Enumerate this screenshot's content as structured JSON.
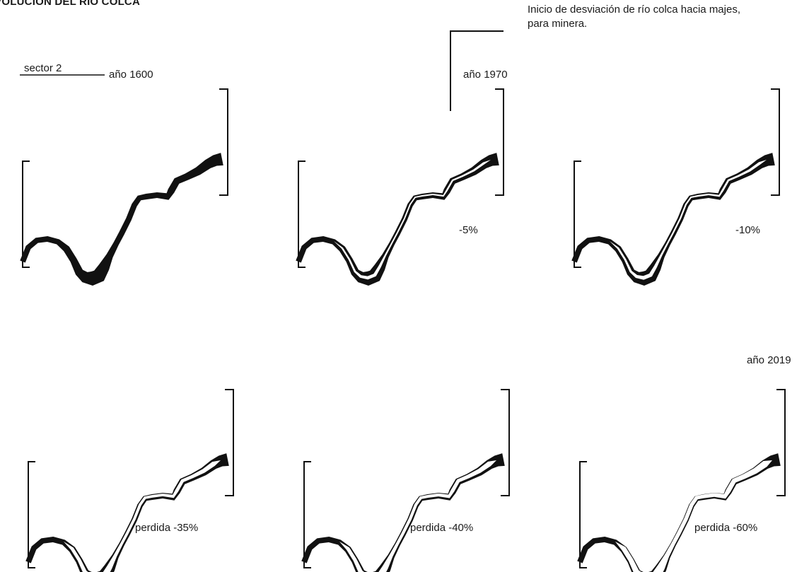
{
  "title": "EVOLUCION DEL RIO COLCA",
  "header": {
    "sector_label": "sector 2",
    "annotation_line1": "Inicio de desviación de río colca hacia majes,",
    "annotation_line2": "para minera."
  },
  "panels": [
    {
      "year": "año 1600",
      "loss": "",
      "loss_fraction": 0.0
    },
    {
      "year": "año 1970",
      "loss": "-5%",
      "loss_fraction": 0.05
    },
    {
      "year": "",
      "loss": "-10%",
      "loss_fraction": 0.1
    },
    {
      "year": "",
      "loss": "perdida -35%",
      "loss_fraction": 0.35
    },
    {
      "year": "",
      "loss": "perdida -40%",
      "loss_fraction": 0.4
    },
    {
      "year": "año 2019",
      "loss": "perdida -60%",
      "loss_fraction": 0.6
    }
  ],
  "colors": {
    "river": "#111111",
    "background": "#ffffff",
    "text": "#1a1a1a"
  }
}
